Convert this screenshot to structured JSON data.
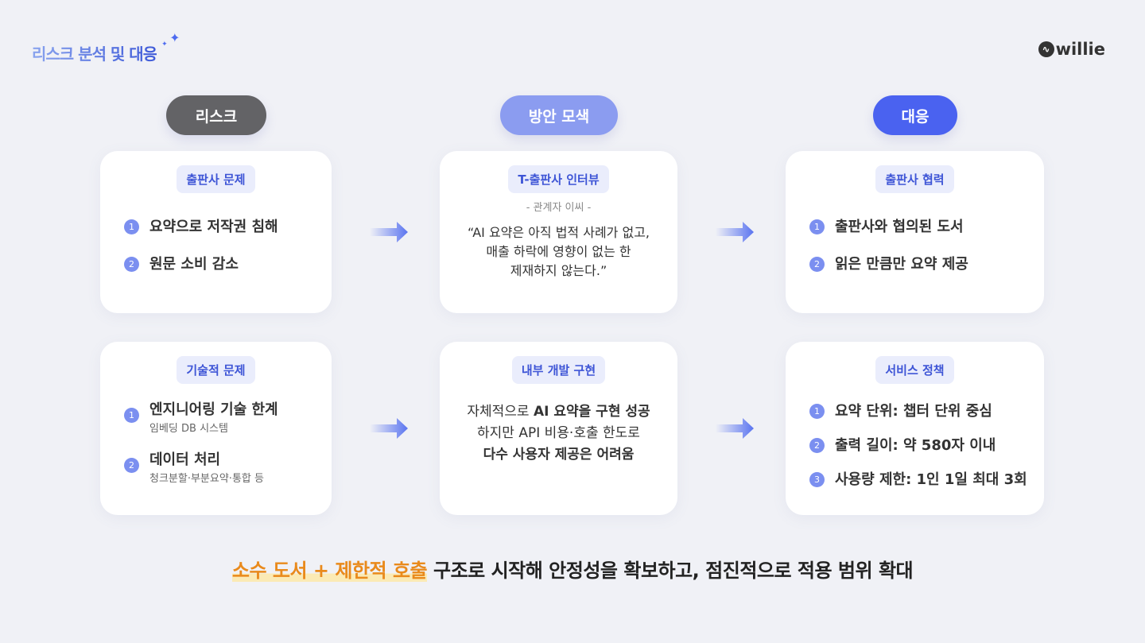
{
  "header": {
    "title": "리스크 분석 및 대응",
    "logo": "willie"
  },
  "columns": [
    {
      "label": "리스크",
      "color": "#636366"
    },
    {
      "label": "방안 모색",
      "color": "#8b9cf0"
    },
    {
      "label": "대응",
      "color": "#4a62f0"
    }
  ],
  "cards": {
    "publisher_issue": {
      "tag": "출판사 문제",
      "items": [
        "요약으로 저작권 침해",
        "원문 소비 감소"
      ]
    },
    "interview": {
      "tag": "T-출판사 인터뷰",
      "source": "- 관계자 이씨 -",
      "quote": [
        "“AI 요약은 아직 법적 사례가 없고,",
        "매출 하락에 영향이 없는 한",
        "제재하지 않는다.”"
      ]
    },
    "cooperation": {
      "tag": "출판사 협력",
      "items": [
        "출판사와 협의된 도서",
        "읽은 만큼만 요약 제공"
      ]
    },
    "tech_issue": {
      "tag": "기술적 문제",
      "items": [
        {
          "title": "엔지니어링 기술 한계",
          "sub": "임베딩 DB 시스템"
        },
        {
          "title": "데이터 처리",
          "sub": "청크분할·부분요약·통합 등"
        }
      ]
    },
    "internal": {
      "tag": "내부 개발 구현",
      "lines": [
        "자체적으로 ",
        "AI 요약을 구현 성공",
        "하지만 API 비용·호출 한도로",
        "다수 사용자 제공은 어려움"
      ]
    },
    "policy": {
      "tag": "서비스 정책",
      "items": [
        "요약 단위: 챕터 단위 중심",
        "출력 길이: 약 580자 이내",
        "사용량 제한: 1인 1일 최대 3회"
      ]
    }
  },
  "numbers": [
    "1",
    "2",
    "3"
  ],
  "bottom": {
    "highlight": "소수 도서 + 제한적 호출",
    "rest": " 구조로 시작해 안정성을 확보하고, 점진적으로 적용 범위 확대"
  }
}
